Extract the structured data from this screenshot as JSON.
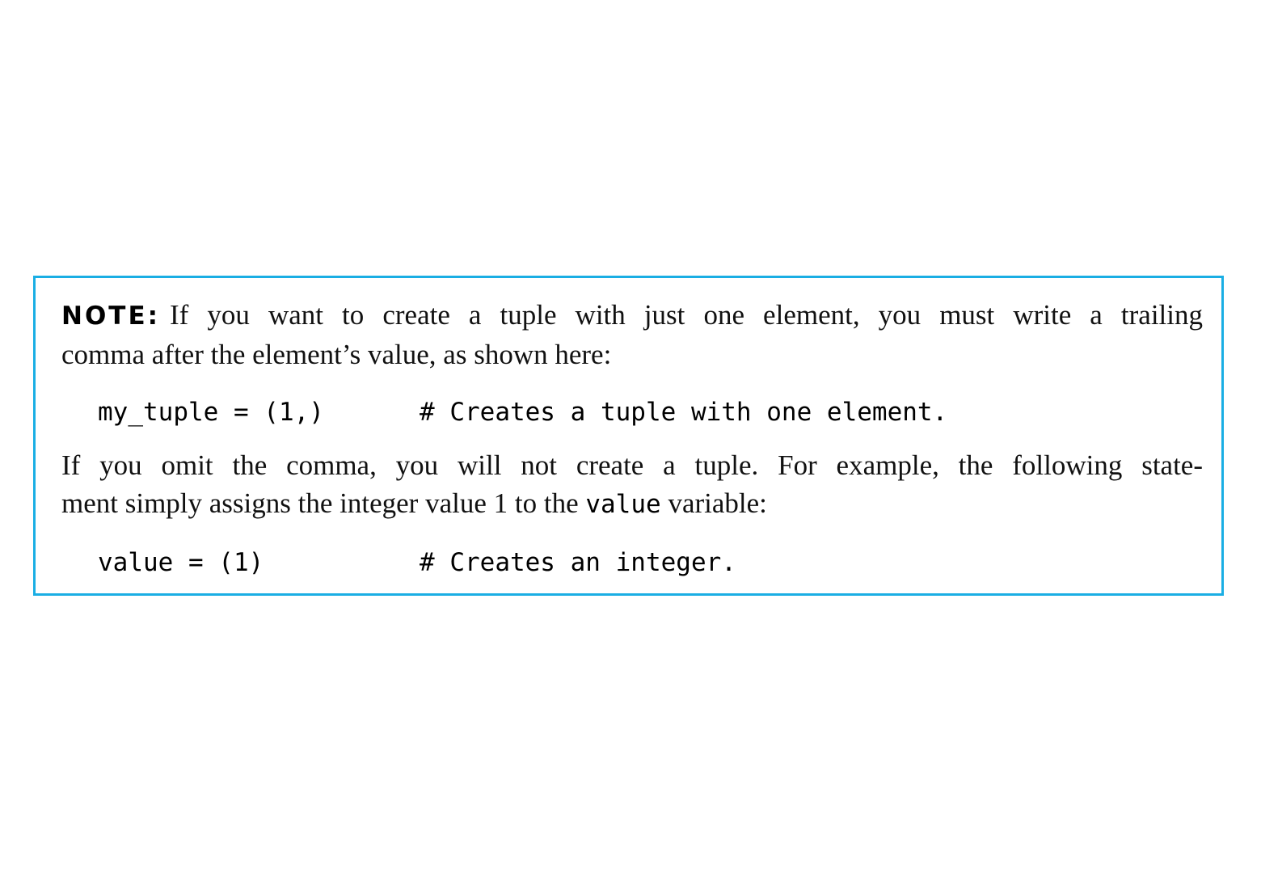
{
  "note": {
    "label": "NOTE:",
    "paragraph1": {
      "line1": "If you want to create a tuple with just one element, you must write a trailing",
      "line2": "comma after the element’s value, as shown here:"
    },
    "code1": {
      "statement": "my_tuple = (1,)",
      "comment": "# Creates a tuple with one element."
    },
    "paragraph2": {
      "line1": "If you omit the comma, you will not create a tuple. For example, the following state-",
      "line2_before": "ment simply assigns the integer value 1 to the ",
      "line2_code": "value",
      "line2_after": " variable:"
    },
    "code2": {
      "statement": "value = (1)",
      "comment": "# Creates an integer."
    },
    "border_color": "#1aaee4"
  }
}
